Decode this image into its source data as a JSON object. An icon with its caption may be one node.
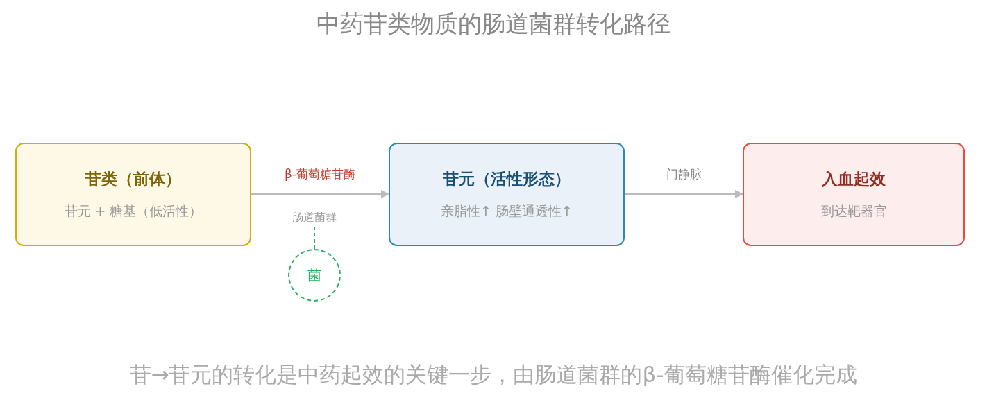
{
  "diagram": {
    "title": "中药苷类物质的肠道菌群转化路径",
    "nodes": [
      {
        "text": [
          "苷类（前体）",
          "苷元 + 糖基（低活性）"
        ]
      },
      {
        "text": [
          "苷元（活性形态）",
          "亲脂性↑ 肠壁通透性↑"
        ]
      },
      {
        "text": [
          "入血起效",
          "到达靶器官"
        ]
      },
      {
        "text": [
          "肠道菌群"
        ]
      },
      {
        "text": [
          "菌"
        ]
      }
    ],
    "edges": [
      {
        "from": 0,
        "to": 1,
        "arrow": "to",
        "label": "β-葡萄糖苷酶"
      },
      {
        "from": 1,
        "to": 2,
        "arrow": "to",
        "label": "门静脉"
      },
      {
        "from": 4,
        "to": 3,
        "arrow": "none",
        "style": "dashed",
        "color": "#27ae60"
      }
    ],
    "caption": "苷→苷元的转化是中药起效的关键一步，由肠道菌群的β-葡萄糖苷酶催化完成"
  }
}
